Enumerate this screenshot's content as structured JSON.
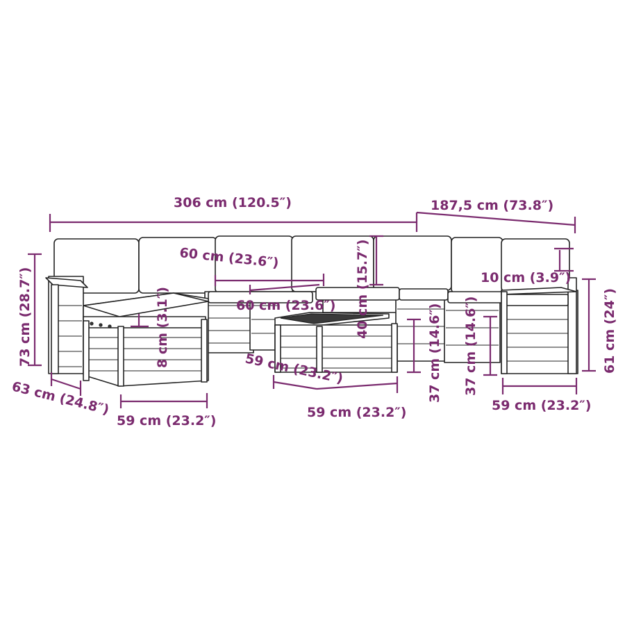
{
  "colors": {
    "dimension": "#7a2a6e",
    "outline": "#222222",
    "background": "#ffffff"
  },
  "dimensions": {
    "total_width": "306 cm (120.5″)",
    "side_width": "187,5 cm (73.8″)",
    "back_cushion_width": "60 cm (23.6″)",
    "back_cushion_height": "40 cm (15.7″)",
    "seat_width": "60 cm (23.6″)",
    "armrest_width": "10 cm (3.9″)",
    "overall_height": "73 cm (28.7″)",
    "armrest_height": "61 cm (24″)",
    "seat_cushion_thickness": "8 cm (3.1″)",
    "depth": "63 cm (24.8″)",
    "module_width_left": "59 cm (23.2″)",
    "table_depth": "59 cm (23.2″)",
    "table_width": "59 cm (23.2″)",
    "module_width_right": "59 cm (23.2″)",
    "table_height": "37 cm (14.6″)",
    "seat_height": "37 cm (14.6″)"
  }
}
